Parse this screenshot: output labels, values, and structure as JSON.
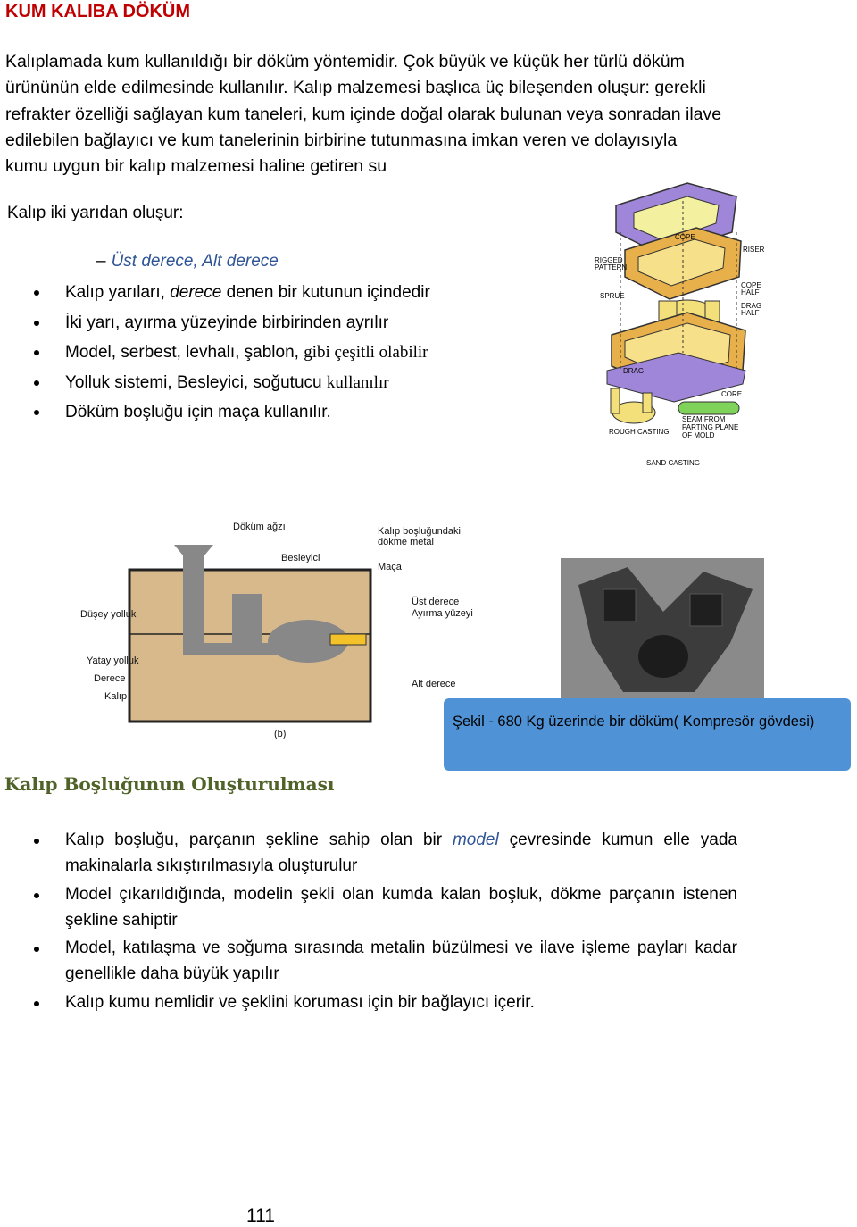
{
  "title": "KUM KALIBA DÖKÜM",
  "intro": [
    "Kalıplamada kum kullanıldığı bir döküm yöntemidir. Çok büyük ve küçük her türlü döküm",
    "ürününün elde edilmesinde kullanılır.  Kalıp malzemesi başlıca üç bileşenden oluşur: gerekli",
    "refrakter özelliği sağlayan kum taneleri, kum içinde doğal olarak bulunan veya sonradan ilave",
    "edilebilen bağlayıcı ve kum tanelerinin birbirine tutunmasına imkan veren ve dolayısıyla",
    "kumu uygun bir kalıp malzemesi haline getiren su"
  ],
  "subheading": "Kalıp iki yarıdan oluşur:",
  "dash_item": "Üst derece, Alt derece",
  "bullets1": {
    "b1_a": "Kalıp yarıları, ",
    "b1_b": "derece",
    "b1_c": " denen bir kutunun içindedir",
    "b2": "İki yarı, ayırma yüzeyinde birbirinden ayrılır",
    "b3_a": "Model, serbest, levhalı, şablon, ",
    "b3_b": "gibi çeşitli olabilir",
    "b4_a": "Yolluk sistemi, Besleyici, soğutucu ",
    "b4_b": "kullanılır",
    "b5": "Döküm boşluğu için maça kullanılır."
  },
  "figure1_labels": {
    "cope": "COPE",
    "riser": "RISER",
    "rigged_pattern": "RIGGED\nPATTERN",
    "sprue": "SPRUE",
    "cope_half": "COPE\nHALF",
    "drag_half": "DRAG\nHALF",
    "drag": "DRAG",
    "core": "CORE",
    "rough_casting": "ROUGH CASTING",
    "seam": "SEAM FROM\nPARTING PLANE\nOF MOLD",
    "caption": "SAND CASTING"
  },
  "figure2_labels": {
    "dokum_agzi": "Döküm ağzı",
    "besleyici": "Besleyici",
    "kalip_bosl": "Kalıp boşluğundaki\ndökme metal",
    "maca": "Maça",
    "dusey": "Düşey yolluk",
    "ust_derece": "Üst derece\nAyırma yüzeyi",
    "yatay": "Yatay yolluk",
    "derece": "Derece",
    "kalip": "Kalıp",
    "alt_derece": "Alt derece",
    "b": "(b)"
  },
  "photo_caption": "Şekil  - 680 Kg üzerinde bir döküm( Kompresör gövdesi)",
  "section2": "Kalıp Boşluğunun Oluşturulması",
  "bullets2": {
    "c1_a": "Kalıp boşluğu, parçanın şekline sahip olan bir ",
    "c1_b": "model",
    "c1_c": " çevresinde kumun elle yada makinalarla  sıkıştırılmasıyla oluşturulur",
    "c2": "Model çıkarıldığında, modelin şekli olan kumda kalan boşluk, dökme parçanın istenen şekline sahiptir",
    "c3": "Model, katılaşma ve soğuma sırasında metalin büzülmesi ve ilave işleme payları kadar genellikle daha büyük yapılır",
    "c4": "Kalıp kumu nemlidir ve şeklini koruması için bir bağlayıcı içerir."
  },
  "page_number": "111",
  "colors": {
    "title": "#c00000",
    "blue_text": "#2e5496",
    "section2": "#4f6228",
    "caption_bg": "#4f93d6"
  }
}
